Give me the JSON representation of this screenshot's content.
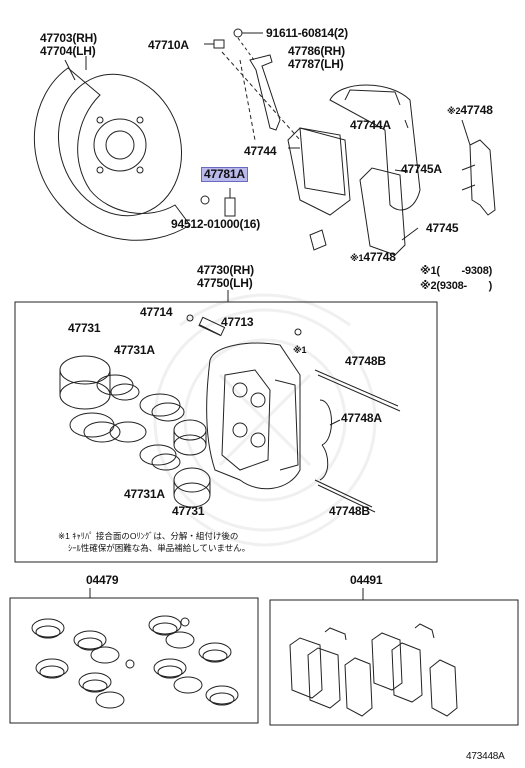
{
  "labels": {
    "p47703": "47703(RH)",
    "p47704": "47704(LH)",
    "p47710A": "47710A",
    "p91611": "91611-60814(2)",
    "p47786": "47786(RH)",
    "p47787": "47787(LH)",
    "p47744A": "47744A",
    "p47748top": "47748",
    "p47748top_mark": "※2",
    "p47744": "47744",
    "p47781A": "47781A",
    "p47745A": "47745A",
    "p94512": "94512-01000(16)",
    "p47745": "47745",
    "p47748mid": "47748",
    "p47748mid_mark": "※1",
    "note1": "※1(　　-9308)",
    "note2": "※2(9308-　　)",
    "p47730": "47730(RH)",
    "p47750": "47750(LH)",
    "p47714": "47714",
    "p47713": "47713",
    "p47731a": "47731",
    "p47731A_1": "47731A",
    "star1": "※1",
    "p47748B_1": "47748B",
    "p47748A": "47748A",
    "p47731A_2": "47731A",
    "p47731b": "47731",
    "p47748B_2": "47748B",
    "caption_note": "※1 ｷｬﾘﾊﾟ 接合面のOﾘﾝｸﾞは、分解・組付け後の",
    "caption_note2": "ｼｰﾙ性確保が困難な為、単品補給していません。",
    "p04479": "04479",
    "p04491": "04491",
    "diagram_id": "473448A"
  },
  "colors": {
    "highlight": "#b9b9ec",
    "line": "#222222"
  }
}
